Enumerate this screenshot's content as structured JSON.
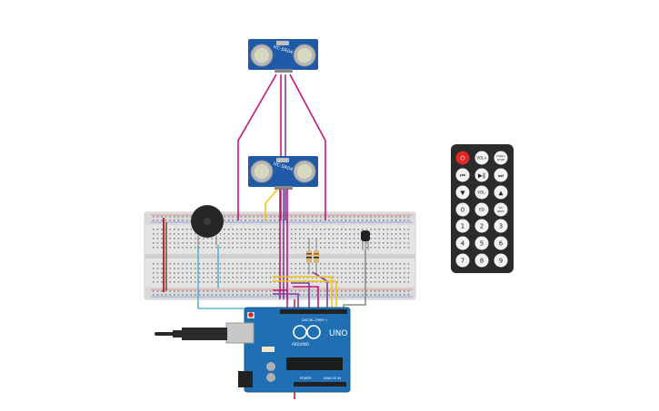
{
  "sensor_top": {
    "label": "HC-SR04"
  },
  "sensor_mid": {
    "label": "HC-SR04"
  },
  "arduino": {
    "model": "UNO",
    "brand": "ARDUINO",
    "digital_label": "DIGITAL (PWM~)",
    "power_label": "POWER",
    "analog_label": "ANALOG IN"
  },
  "remote": {
    "buttons": [
      {
        "label": "⏻",
        "kind": "power"
      },
      {
        "label": "VOL+",
        "kind": "text"
      },
      {
        "label": "FUNC/\nSTOP",
        "kind": "text"
      },
      {
        "label": "⏮",
        "kind": "icon"
      },
      {
        "label": "▶‖",
        "kind": "icon"
      },
      {
        "label": "⏭",
        "kind": "icon"
      },
      {
        "label": "▼",
        "kind": "icon"
      },
      {
        "label": "VOL-",
        "kind": "text"
      },
      {
        "label": "▲",
        "kind": "icon"
      },
      {
        "label": "0",
        "kind": "num"
      },
      {
        "label": "EQ",
        "kind": "text"
      },
      {
        "label": "ST/\nREPT",
        "kind": "text"
      },
      {
        "label": "1",
        "kind": "num"
      },
      {
        "label": "2",
        "kind": "num"
      },
      {
        "label": "3",
        "kind": "num"
      },
      {
        "label": "4",
        "kind": "num"
      },
      {
        "label": "5",
        "kind": "num"
      },
      {
        "label": "6",
        "kind": "num"
      },
      {
        "label": "7",
        "kind": "num"
      },
      {
        "label": "8",
        "kind": "num"
      },
      {
        "label": "9",
        "kind": "num"
      }
    ]
  },
  "colors": {
    "pcb_blue": "#1f6fb2",
    "breadboard": "#e6e6e6",
    "wire_magenta": "#c2187a",
    "wire_purple": "#7b3f9e",
    "wire_yellow": "#f0c419",
    "wire_red": "#d61f1f",
    "wire_cyan": "#5fb3d6",
    "wire_gray": "#8c8c8c",
    "remote_body": "#2b2b2b"
  }
}
